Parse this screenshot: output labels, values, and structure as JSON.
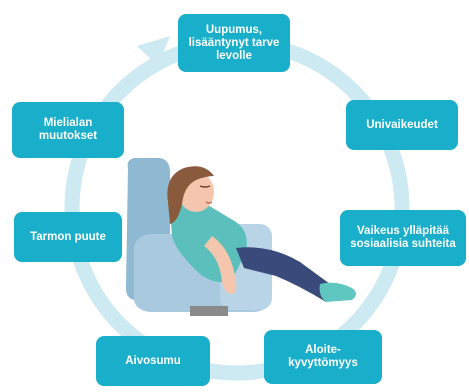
{
  "diagram": {
    "colors": {
      "box": "#19aec9",
      "ring": "#cde9f1",
      "text": "#ffffff"
    },
    "nodes": [
      {
        "id": "uupumus",
        "label": "Uupumus,\nlisääntynyt tarve\nlevolle"
      },
      {
        "id": "univaikeudet",
        "label": "Univaikeudet"
      },
      {
        "id": "sosiaaliset",
        "label": "Vaikeus ylläpitää\nsosiaalisia suhteita"
      },
      {
        "id": "aloitekyvyttomyys",
        "label": "Aloite-\nkyvyttömyys"
      },
      {
        "id": "aivosumu",
        "label": "Aivosumu"
      },
      {
        "id": "tarmon-puute",
        "label": "Tarmon puute"
      },
      {
        "id": "mielialan-muutokset",
        "label": "Mielialan\nmuutokset"
      }
    ],
    "flow": "clockwise",
    "illustration": "person-reclining-in-armchair"
  }
}
